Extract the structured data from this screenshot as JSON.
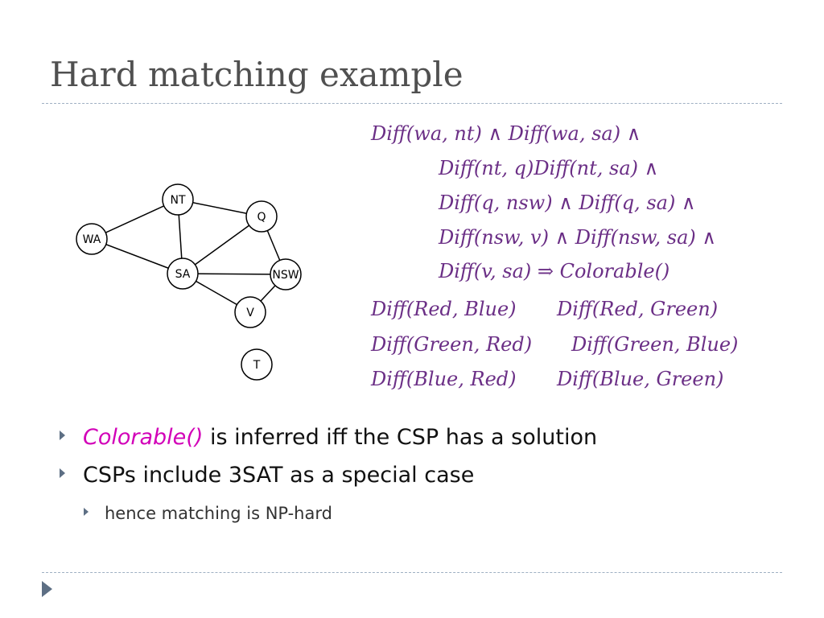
{
  "title": "Hard matching example",
  "graph": {
    "nodes": [
      "WA",
      "NT",
      "Q",
      "SA",
      "NSW",
      "V",
      "T"
    ]
  },
  "math": {
    "lines": [
      "Diff(wa, nt) ∧ Diff(wa, sa) ∧",
      "Diff(nt, q)Diff(nt, sa) ∧",
      "Diff(q, nsw) ∧ Diff(q, sa) ∧",
      "Diff(nsw, v) ∧ Diff(nsw, sa) ∧",
      "Diff(v, sa)  ⇒  Colorable()"
    ],
    "facts": [
      [
        "Diff(Red, Blue)",
        "Diff(Red, Green)"
      ],
      [
        "Diff(Green, Red)",
        "Diff(Green, Blue)"
      ],
      [
        "Diff(Blue, Red)",
        "Diff(Blue, Green)"
      ]
    ]
  },
  "bullets": {
    "b1_highlight": "Colorable()",
    "b1_rest": " is inferred iff the CSP has a solution",
    "b2": "CSPs include 3SAT as a special case",
    "b3": "hence matching is NP-hard"
  },
  "colors": {
    "math": "#6b2f86",
    "highlight": "#d200b8",
    "title": "#505050",
    "bullet_arrow": "#5d6f84"
  },
  "icons": [
    "bullet-arrow-icon",
    "nav-arrow-icon"
  ]
}
